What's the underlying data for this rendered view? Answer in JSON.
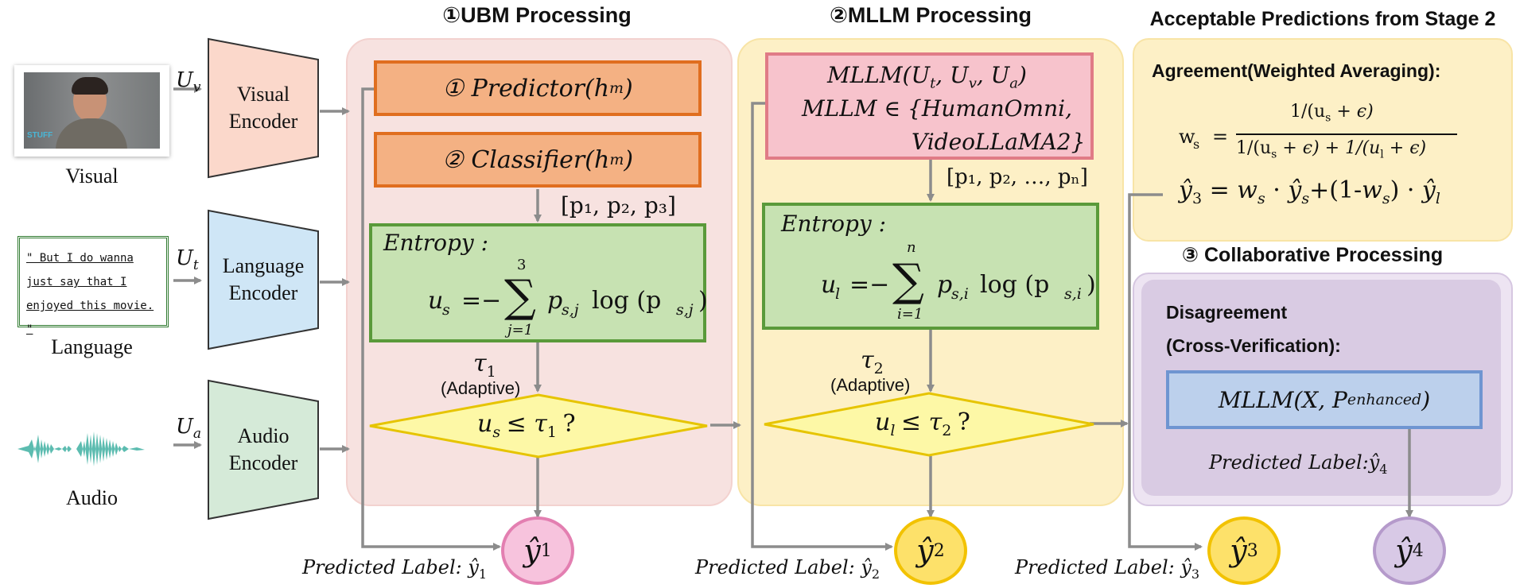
{
  "stage_titles": {
    "ubm": "①UBM Processing",
    "mllm": "②MLLM Processing",
    "acceptable": "Acceptable Predictions from Stage 2",
    "collab": "③ Collaborative Processing"
  },
  "inputs": {
    "visual": {
      "label": "Visual",
      "encoder_line1": "Visual",
      "encoder_line2": "Encoder",
      "symbol": "U",
      "sub": "v",
      "overlay": "STUFF"
    },
    "language": {
      "label": "Language",
      "encoder_line1": "Language",
      "encoder_line2": "Encoder",
      "symbol": "U",
      "sub": "t",
      "quote_lines": [
        "\" But I do wanna",
        "just say that I",
        "enjoyed this movie. \""
      ]
    },
    "audio": {
      "label": "Audio",
      "encoder_line1": "Audio",
      "encoder_line2": "Encoder",
      "symbol": "U",
      "sub": "a"
    }
  },
  "ubm": {
    "predictor": "①  Predictor(h",
    "predictor_sub": "m",
    "classifier": "②  Classifier(h",
    "classifier_sub": "m",
    "probs": "[p₁, p₂, p₃]",
    "entropy_title": "Entropy :",
    "entropy_lhs": "u",
    "entropy_lhs_sub": "s",
    "entropy_upper": "3",
    "entropy_lower": "j=1",
    "entropy_term": "p",
    "entropy_term_sub": "s,j",
    "entropy_log": "log (p",
    "tau": "τ",
    "tau_sub": "1",
    "adaptive": "(Adaptive)",
    "decision": "u",
    "decision_sub": "s",
    "decision_rest": "≤ τ",
    "decision_tau_sub": "1",
    "decision_q": "?",
    "output": "ŷ",
    "output_sub": "1",
    "pred_label": "Predicted Label:",
    "pred_value": "ŷ",
    "pred_value_sub": "1"
  },
  "mllm": {
    "line1": "MLLM(U",
    "line1_parts": [
      "t",
      ", U",
      "v",
      ", U",
      "a",
      ")"
    ],
    "line2": "MLLM ∈ {HumanOmni,",
    "line3": "VideoLLaMA2}",
    "probs": "[p₁, p₂, …, pₙ]",
    "entropy_title": "Entropy :",
    "entropy_lhs": "u",
    "entropy_lhs_sub": "l",
    "entropy_upper": "n",
    "entropy_lower": "i=1",
    "entropy_term": "p",
    "entropy_term_sub": "s,i",
    "entropy_log": "log (p",
    "tau": "τ",
    "tau_sub": "2",
    "adaptive": "(Adaptive)",
    "decision": "u",
    "decision_sub": "l",
    "decision_rest": "≤ τ",
    "decision_tau_sub": "2",
    "decision_q": "?",
    "output": "ŷ",
    "output_sub": "2",
    "pred_label": "Predicted Label:",
    "pred_value": "ŷ",
    "pred_value_sub": "2"
  },
  "agreement": {
    "title": "Agreement(Weighted Averaging):",
    "ws_lhs": "w",
    "ws_sub": "s",
    "numerator": "1/(u",
    "numerator_rest": "+ ϵ)",
    "denominator": "1/(u",
    "denominator_mid": "+ ϵ) + 1/(u",
    "denominator_rest": "+ ϵ)",
    "sub_s": "s",
    "sub_l": "l",
    "y3_eq": "ŷ",
    "y3_sub": "3",
    "output": "ŷ",
    "output_sub": "3",
    "pred_label": "Predicted Label:",
    "pred_value": "ŷ",
    "pred_value_sub": "3"
  },
  "disagreement": {
    "title_line1": "Disagreement",
    "title_line2": "(Cross-Verification):",
    "mllm_box": "MLLM(X, P",
    "mllm_sub": "enhanced",
    "pred_label": "Predicted Label:",
    "pred_value": "ŷ",
    "pred_value_sub": "4",
    "output": "ŷ",
    "output_sub": "4"
  },
  "colors": {
    "ubm_panel": "#f7e2e0",
    "mllm_panel": "#fdf0c6",
    "agree_panel": "#fdf0c6",
    "collab_panel": "#d9cbe3",
    "orange_box": "#f4b183",
    "orange_border": "#e06e1f",
    "green_box": "#c7e2b2",
    "green_border": "#5a9a3a",
    "pink_box": "#f7c3cc",
    "pink_border": "#e07b86",
    "diamond": "#fdf8a6",
    "diamond_border": "#e6c400",
    "blue_box": "#bcd0ec",
    "blue_border": "#6f95d1",
    "arrow": "#8c8c8c"
  }
}
